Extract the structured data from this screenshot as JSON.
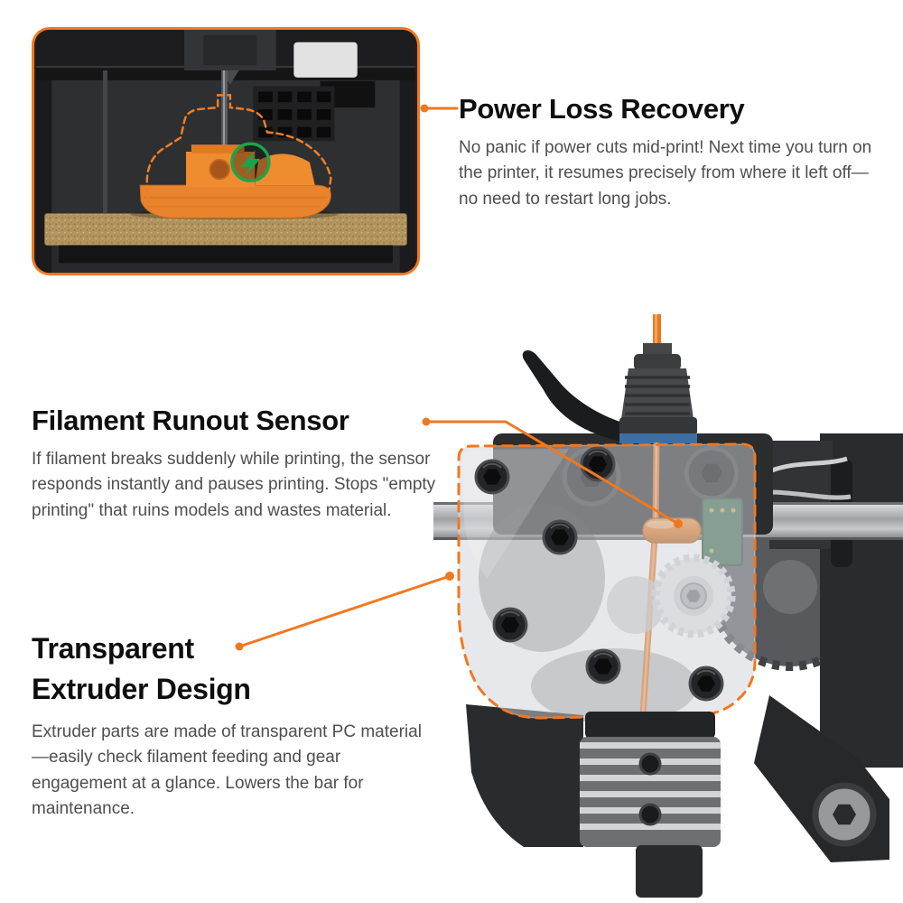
{
  "page": {
    "accent_color": "#F07820",
    "background_color": "#FFFFFF",
    "text_color": "#4E4E50",
    "heading_color": "#0E0E0F"
  },
  "sections": [
    {
      "id": "power-loss-recovery",
      "title": "Power Loss Recovery",
      "body": "No panic if power cuts mid-print! Next time you turn on the printer, it resumes precisely from where it left off—no need to restart long jobs."
    },
    {
      "id": "filament-runout-sensor",
      "title": "Filament Runout Sensor",
      "body": "If filament breaks suddenly while printing, the sensor responds instantly and pauses printing. Stops \"empty printing\" that ruins models and wastes material."
    },
    {
      "id": "transparent-extruder-design",
      "title_line1": "Transparent",
      "title_line2": "Extruder Design",
      "body": "Extruder parts are made of transparent PC material—easily check filament feeding and gear engagement at a glance. Lowers the bar for maintenance."
    }
  ],
  "icons": {
    "power_bolt": "lightning-bolt-in-green-circle"
  },
  "illustrations": {
    "printer_photo": "printer-chamber-printing-orange-benchy",
    "extruder_render": "transparent-extruder-assembly"
  }
}
